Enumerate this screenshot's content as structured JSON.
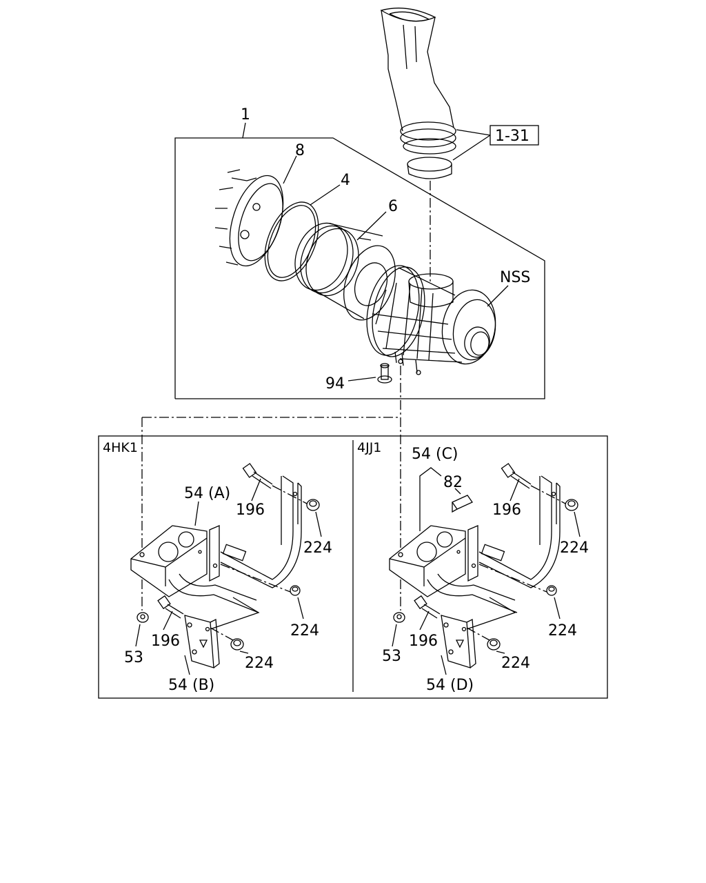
{
  "upper": {
    "assembly_callout": "1",
    "ref_box": "1-31",
    "cap_callout": "8",
    "ring_callout": "4",
    "element_callout": "6",
    "housing_callout": "NSS",
    "valve_callout": "94"
  },
  "panels": [
    {
      "engine": "4HK1",
      "main_bracket": "54 (A)",
      "bolt_top": "196",
      "nut_top": "224",
      "nut_mid": "224",
      "nut_bottom": "224",
      "washer": "53",
      "bolt_low": "196",
      "small_bracket": "54 (B)"
    },
    {
      "engine": "4JJ1",
      "main_bracket": "54 (C)",
      "spacer": "82",
      "bolt_top": "196",
      "nut_top": "224",
      "nut_mid": "224",
      "nut_bottom": "224",
      "washer": "53",
      "bolt_low": "196",
      "small_bracket": "54 (D)"
    }
  ]
}
